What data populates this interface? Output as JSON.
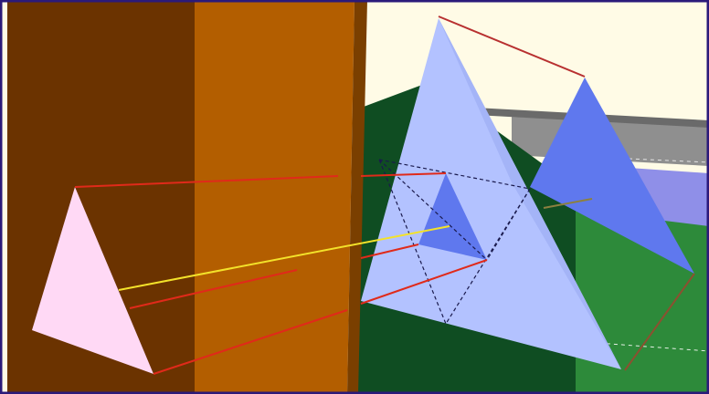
{
  "scene": {
    "description_visible_text": "",
    "objects": [
      {
        "name": "brown-wall",
        "kind": "wall"
      },
      {
        "name": "ground-green",
        "kind": "ground"
      },
      {
        "name": "sky-cream",
        "kind": "background"
      },
      {
        "name": "pink-tetrahedron",
        "kind": "tetrahedron"
      },
      {
        "name": "large-light-blue-tetrahedron",
        "kind": "tetrahedron"
      },
      {
        "name": "right-blue-tetrahedron",
        "kind": "tetrahedron"
      },
      {
        "name": "small-inner-blue-tetrahedron",
        "kind": "tetrahedron"
      }
    ]
  },
  "colors": {
    "frame": "#2b1a7a",
    "sky": "#fffbe6",
    "wall_dark": "#6b3300",
    "wall_light": "#b35e00",
    "wall_edge": "#7a3f00",
    "ground_dark": "#0f4d22",
    "ground_mid": "#1f7a32",
    "ground_green": "#2d8a3a",
    "gray_plane": "#8f8f8f",
    "gray_plane_dark": "#6a6a6a",
    "blue_stripe": "#8f8fe8",
    "pink_face": "#ffd9f5",
    "light_blue": "#b3c2ff",
    "light_blue_shade": "#a4b4f7",
    "mid_blue": "#5f78ee",
    "red_line": "#e02a1a",
    "yellow_line": "#f3e22a",
    "dash_line": "#1a1a4d",
    "olive_line": "#8c8040"
  }
}
